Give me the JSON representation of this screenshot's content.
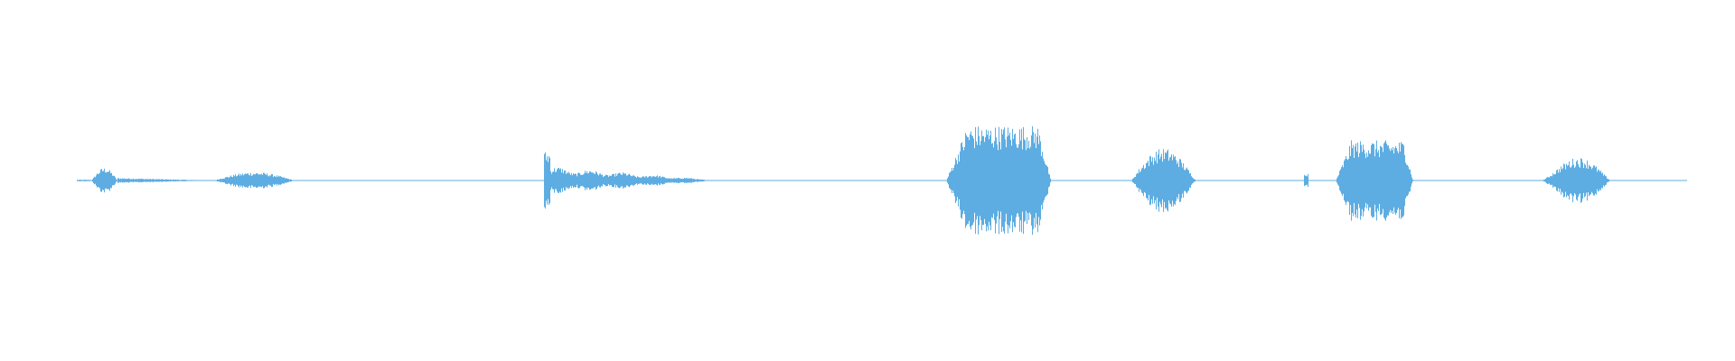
{
  "waveform": {
    "color": "#5dade2",
    "background": "#ffffff",
    "duration_fraction_range": [
      0.0,
      1.0
    ],
    "segments": [
      {
        "start": 0.0,
        "end": 0.009,
        "peak": 0.03,
        "shape": "flat"
      },
      {
        "start": 0.009,
        "end": 0.025,
        "peak": 0.2,
        "shape": "bump"
      },
      {
        "start": 0.025,
        "end": 0.085,
        "peak": 0.04,
        "shape": "taper"
      },
      {
        "start": 0.085,
        "end": 0.135,
        "peak": 0.13,
        "shape": "bump"
      },
      {
        "start": 0.135,
        "end": 0.29,
        "peak": 0.01,
        "shape": "flat"
      },
      {
        "start": 0.29,
        "end": 0.294,
        "peak": 0.45,
        "shape": "spike"
      },
      {
        "start": 0.294,
        "end": 0.39,
        "peak": 0.22,
        "shape": "decay"
      },
      {
        "start": 0.39,
        "end": 0.54,
        "peak": 0.01,
        "shape": "flat"
      },
      {
        "start": 0.54,
        "end": 0.605,
        "peak": 0.85,
        "shape": "plateau"
      },
      {
        "start": 0.605,
        "end": 0.655,
        "peak": 0.01,
        "shape": "flat"
      },
      {
        "start": 0.655,
        "end": 0.695,
        "peak": 0.5,
        "shape": "bump"
      },
      {
        "start": 0.695,
        "end": 0.762,
        "peak": 0.01,
        "shape": "flat"
      },
      {
        "start": 0.762,
        "end": 0.765,
        "peak": 0.1,
        "shape": "spike"
      },
      {
        "start": 0.765,
        "end": 0.782,
        "peak": 0.01,
        "shape": "flat"
      },
      {
        "start": 0.782,
        "end": 0.83,
        "peak": 0.62,
        "shape": "plateau"
      },
      {
        "start": 0.83,
        "end": 0.91,
        "peak": 0.01,
        "shape": "flat"
      },
      {
        "start": 0.91,
        "end": 0.955,
        "peak": 0.45,
        "shape": "bump-late"
      },
      {
        "start": 0.955,
        "end": 1.0,
        "peak": 0.01,
        "shape": "flat"
      }
    ]
  }
}
